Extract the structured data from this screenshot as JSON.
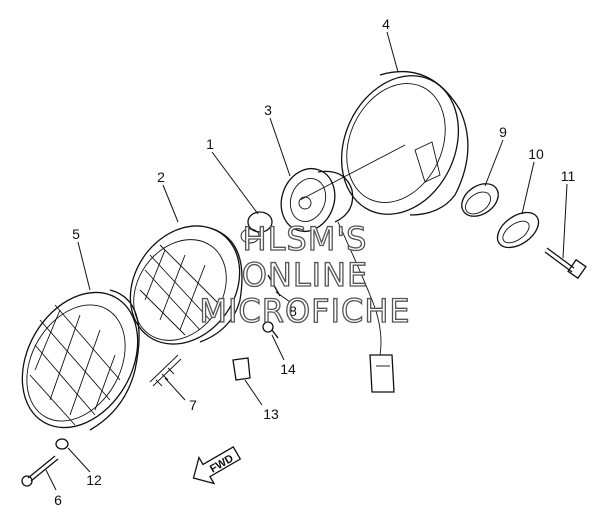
{
  "callouts": {
    "c1": "1",
    "c2": "2",
    "c3": "3",
    "c4": "4",
    "c5": "5",
    "c6": "6",
    "c7": "7",
    "c8": "8",
    "c9": "9",
    "c10": "10",
    "c11": "11",
    "c12": "12",
    "c13": "13",
    "c14": "14"
  },
  "watermark": {
    "line1": "HLSM'S",
    "line2": "ONLINE",
    "line3": "MICROFICHE"
  },
  "direction_arrow": {
    "label": "FWD"
  }
}
